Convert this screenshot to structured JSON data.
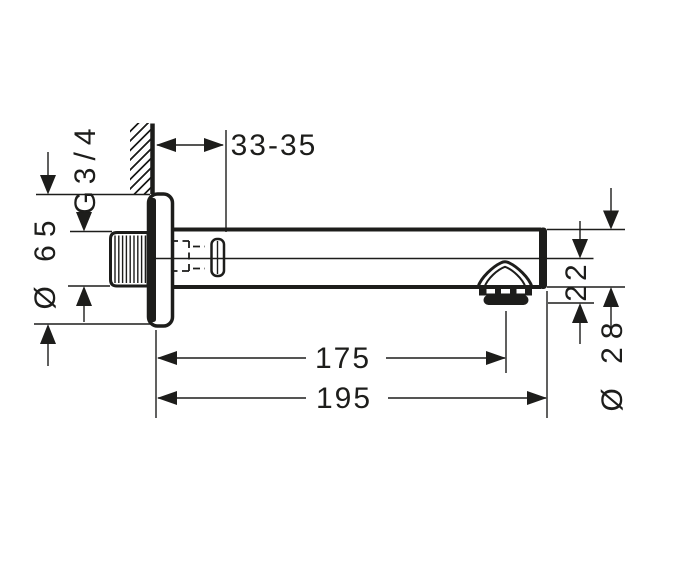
{
  "drawing": {
    "type": "technical-dimension-drawing",
    "subject": "wall-mounted-bath-spout-side-view",
    "labels": {
      "thread_size": "G3/4",
      "escutcheon_diameter": "Ø 65",
      "wall_distance_range": "33-35",
      "outlet_drop": "22",
      "spout_diameter": "Ø 28",
      "length_to_aerator": "175",
      "total_projection": "195"
    },
    "colors": {
      "line": "#1d1d1b",
      "background": "#ffffff"
    }
  }
}
